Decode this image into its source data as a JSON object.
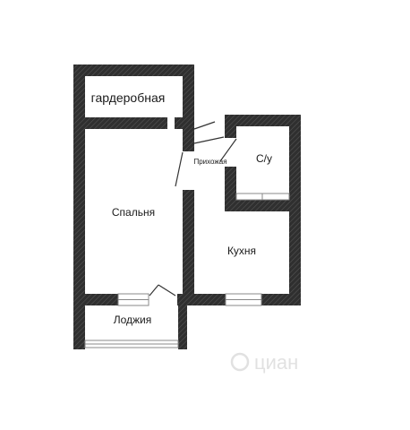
{
  "rooms": {
    "wardrobe": "гардеробная",
    "bedroom": "Спальня",
    "hallway": "Прихожая",
    "bathroom": "С/у",
    "kitchen": "Кухня",
    "loggia": "Лоджия"
  },
  "watermark": {
    "text": "циан"
  },
  "colors": {
    "wall": "#2f2f2f",
    "hatch": "#555555",
    "window": "#888888",
    "door": "#333333",
    "background": "#ffffff",
    "watermark": "#c9c9c9"
  }
}
